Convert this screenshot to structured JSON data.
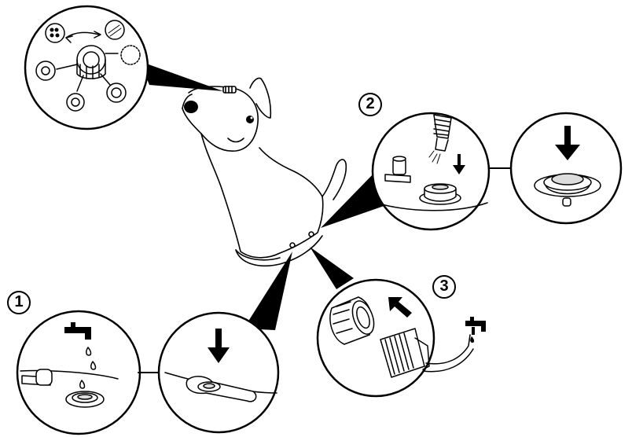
{
  "steps": [
    {
      "number": "1"
    },
    {
      "number": "2"
    },
    {
      "number": "3"
    }
  ],
  "icons": {
    "nozzle": "spray-nozzle-pattern-icon",
    "tap": "water-tap-icon",
    "arrow": "down-arrow-icon",
    "hose": "garden-hose-icon",
    "connector": "hose-connector-icon"
  },
  "colors": {
    "line": "#000000",
    "fill": "#ffffff",
    "shade": "#dddddd"
  }
}
